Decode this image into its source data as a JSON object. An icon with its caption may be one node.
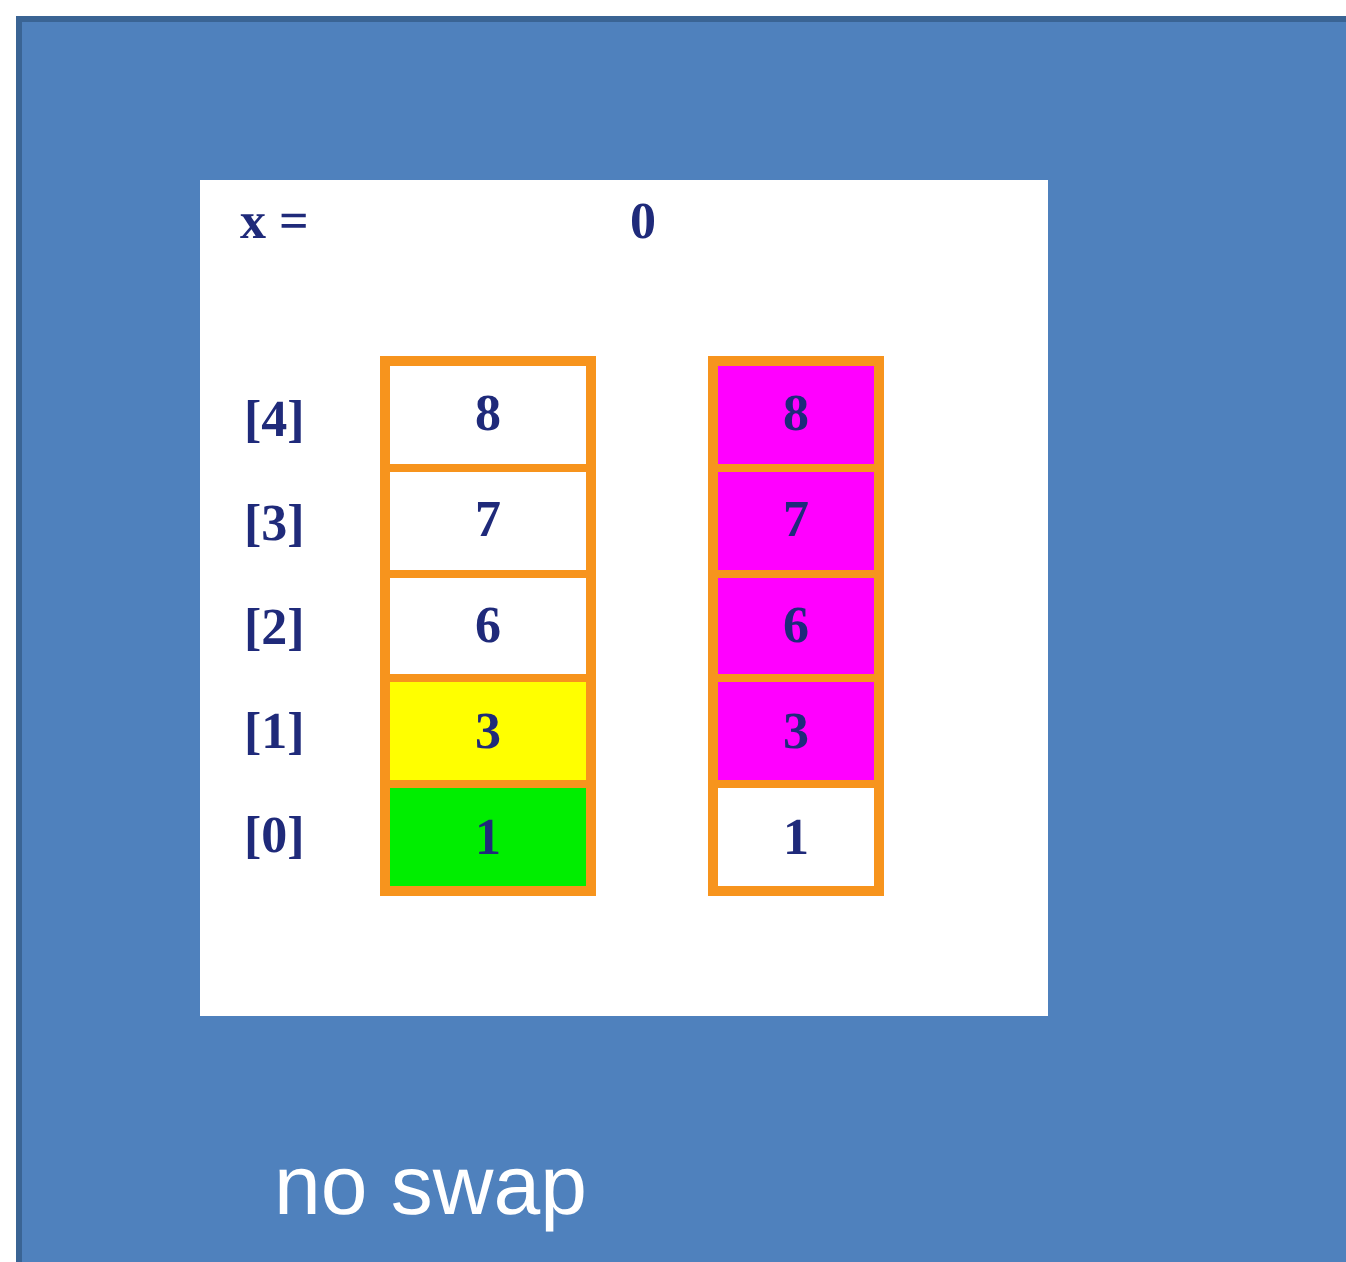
{
  "diagram": {
    "nodes": [
      {
        "text": [],
        "shape": "box"
      },
      {
        "text": [
          "8"
        ],
        "in": 0
      },
      {
        "text": [
          "7"
        ],
        "in": 0
      },
      {
        "text": [
          "6"
        ],
        "in": 0
      },
      {
        "text": [
          "3"
        ],
        "in": 0
      },
      {
        "text": [
          "1"
        ],
        "in": 0
      },
      {
        "text": [],
        "shape": "box"
      },
      {
        "text": [
          "8"
        ],
        "in": 6
      },
      {
        "text": [
          "7"
        ],
        "in": 6
      },
      {
        "text": [
          "6"
        ],
        "in": 6
      },
      {
        "text": [
          "3"
        ],
        "in": 6
      },
      {
        "text": [
          "1"
        ],
        "in": 6
      }
    ],
    "edges": [],
    "labels": [
      "x =",
      "0",
      "[4]",
      "[3]",
      "[2]",
      "[1]",
      "[0]",
      "no swap"
    ]
  }
}
